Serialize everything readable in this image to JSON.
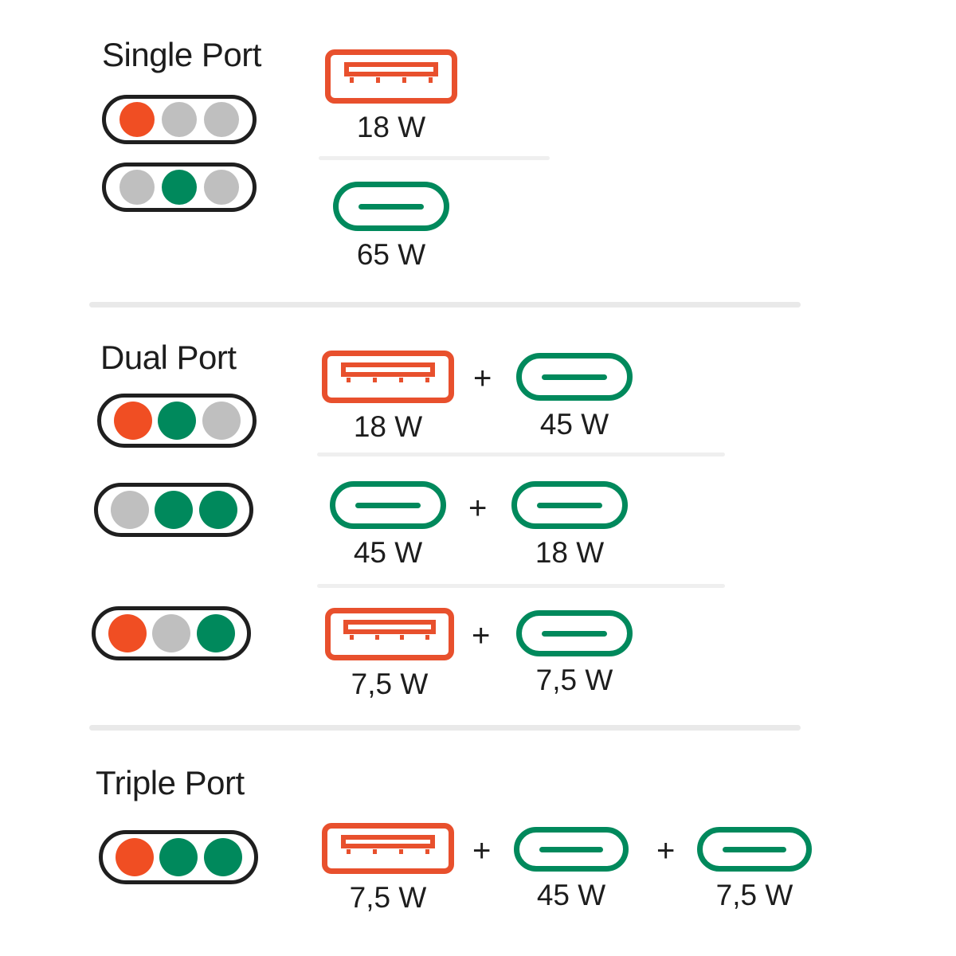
{
  "page": {
    "background": "#ffffff",
    "colors": {
      "usb_a": "#E8502D",
      "usb_c": "#00895C",
      "dot_inactive": "#BFBFBF",
      "dot_orange": "#F04E23",
      "dot_green": "#00895C",
      "outline": "#1f1f1f",
      "text": "#1d1d1d",
      "rule_major": "#e9e9e9",
      "rule_minor": "#efefef"
    },
    "plus_symbol": "+"
  },
  "sections": [
    {
      "id": "single-port",
      "title": "Single Port",
      "rows": [
        {
          "id": "single-row-1",
          "pill": [
            "orange",
            "gray",
            "gray"
          ],
          "connectors": [
            {
              "type": "usb-a",
              "watt": "18 W"
            }
          ]
        },
        {
          "id": "single-row-2",
          "pill": [
            "gray",
            "green",
            "gray"
          ],
          "connectors": [
            {
              "type": "usb-c",
              "watt": "65 W"
            }
          ]
        }
      ]
    },
    {
      "id": "dual-port",
      "title": "Dual Port",
      "rows": [
        {
          "id": "dual-row-1",
          "pill": [
            "orange",
            "green",
            "gray"
          ],
          "connectors": [
            {
              "type": "usb-a",
              "watt": "18 W"
            },
            {
              "type": "usb-c",
              "watt": "45 W"
            }
          ]
        },
        {
          "id": "dual-row-2",
          "pill": [
            "gray",
            "green",
            "green"
          ],
          "connectors": [
            {
              "type": "usb-c",
              "watt": "45 W"
            },
            {
              "type": "usb-c",
              "watt": "18 W"
            }
          ]
        },
        {
          "id": "dual-row-3",
          "pill": [
            "orange",
            "gray",
            "green"
          ],
          "connectors": [
            {
              "type": "usb-a",
              "watt": "7,5 W"
            },
            {
              "type": "usb-c",
              "watt": "7,5 W"
            }
          ]
        }
      ]
    },
    {
      "id": "triple-port",
      "title": "Triple Port",
      "rows": [
        {
          "id": "triple-row-1",
          "pill": [
            "orange",
            "green",
            "green"
          ],
          "connectors": [
            {
              "type": "usb-a",
              "watt": "7,5 W"
            },
            {
              "type": "usb-c",
              "watt": "45 W"
            },
            {
              "type": "usb-c",
              "watt": "7,5 W"
            }
          ]
        }
      ]
    }
  ]
}
